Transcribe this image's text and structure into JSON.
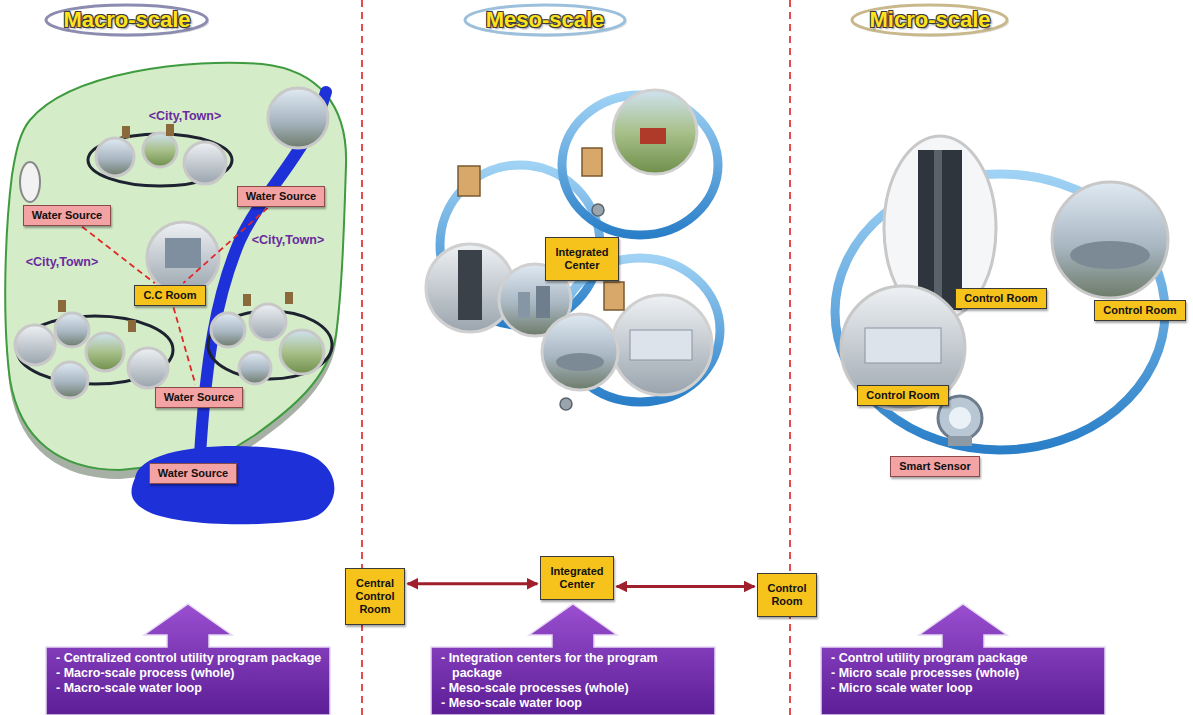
{
  "diagram": {
    "nodes": [
      {
        "text": [
          "Macro-scale"
        ]
      },
      {
        "text": [
          "Meso-scale"
        ]
      },
      {
        "text": [
          "Micro-scale"
        ]
      },
      {
        "text": [
          "Water Source"
        ]
      },
      {
        "text": [
          "Water Source"
        ]
      },
      {
        "text": [
          "C.C Room"
        ]
      },
      {
        "text": [
          "Water Source"
        ]
      },
      {
        "text": [
          "Water Source"
        ]
      },
      {
        "text": [
          "Integrated Center"
        ]
      },
      {
        "text": [
          "Control Room"
        ]
      },
      {
        "text": [
          "Control Room"
        ]
      },
      {
        "text": [
          "Control Room"
        ]
      },
      {
        "text": [
          "Smart Sensor"
        ]
      },
      {
        "text": [
          "Central Control Room"
        ]
      },
      {
        "text": [
          "Integrated Center"
        ]
      },
      {
        "text": [
          "Control Room"
        ]
      },
      {
        "text": [
          "- Centralized control utility program package",
          "- Macro-scale process (whole)",
          "- Macro-scale water loop"
        ]
      },
      {
        "text": [
          "- Integration centers for the program package",
          "- Meso-scale processes (whole)",
          "- Meso-scale water loop"
        ]
      },
      {
        "text": [
          "- Control utility program package",
          "- Micro scale processes (whole)",
          "- Micro scale water loop"
        ]
      }
    ],
    "edges": [
      {
        "from": 3,
        "to": 5,
        "arrow": "none"
      },
      {
        "from": 4,
        "to": 5,
        "arrow": "none"
      },
      {
        "from": 5,
        "to": 6,
        "arrow": "none"
      },
      {
        "from": 13,
        "to": 14,
        "arrow": "both"
      },
      {
        "from": 14,
        "to": 15,
        "arrow": "both"
      }
    ],
    "labels": [
      "<City,Town>",
      "<City,Town>",
      "<City,Town>"
    ]
  }
}
